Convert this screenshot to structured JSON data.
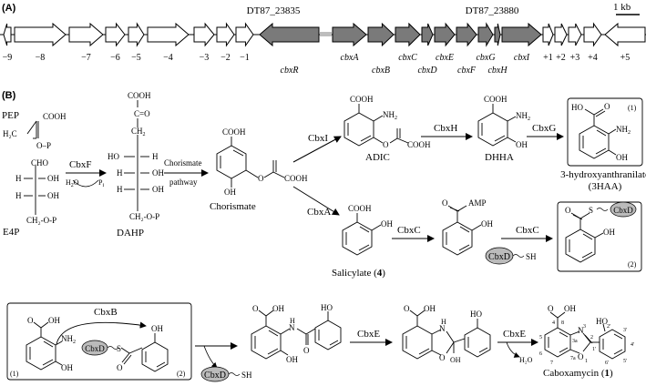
{
  "panel_a": {
    "label": "(A)",
    "scale_bar": "1 kb",
    "gene_ids": [
      "DT87_23835",
      "DT87_23880"
    ],
    "genes": [
      {
        "label": "−9",
        "italic": false,
        "row": 1,
        "shaded": false
      },
      {
        "label": "−8",
        "italic": false,
        "row": 1,
        "shaded": false
      },
      {
        "label": "−7",
        "italic": false,
        "row": 1,
        "shaded": false
      },
      {
        "label": "−6",
        "italic": false,
        "row": 1,
        "shaded": false
      },
      {
        "label": "−5",
        "italic": false,
        "row": 1,
        "shaded": false
      },
      {
        "label": "−4",
        "italic": false,
        "row": 1,
        "shaded": false
      },
      {
        "label": "−3",
        "italic": false,
        "row": 1,
        "shaded": false
      },
      {
        "label": "−2",
        "italic": false,
        "row": 1,
        "shaded": false
      },
      {
        "label": "−1",
        "italic": false,
        "row": 1,
        "shaded": false
      },
      {
        "label": "cbxR",
        "italic": true,
        "row": 2,
        "shaded": true
      },
      {
        "label": "cbxA",
        "italic": true,
        "row": 1,
        "shaded": true
      },
      {
        "label": "cbxB",
        "italic": true,
        "row": 2,
        "shaded": true
      },
      {
        "label": "cbxC",
        "italic": true,
        "row": 1,
        "shaded": true
      },
      {
        "label": "cbxD",
        "italic": true,
        "row": 2,
        "shaded": true
      },
      {
        "label": "cbxE",
        "italic": true,
        "row": 1,
        "shaded": true
      },
      {
        "label": "cbxF",
        "italic": true,
        "row": 2,
        "shaded": true
      },
      {
        "label": "cbxG",
        "italic": true,
        "row": 1,
        "shaded": true
      },
      {
        "label": "cbxH",
        "italic": true,
        "row": 2,
        "shaded": true
      },
      {
        "label": "cbxI",
        "italic": true,
        "row": 1,
        "shaded": true
      },
      {
        "label": "+1",
        "italic": false,
        "row": 1,
        "shaded": false
      },
      {
        "label": "+2",
        "italic": false,
        "row": 1,
        "shaded": false
      },
      {
        "label": "+3",
        "italic": false,
        "row": 1,
        "shaded": false
      },
      {
        "label": "+4",
        "italic": false,
        "row": 1,
        "shaded": false
      },
      {
        "label": "+5",
        "italic": false,
        "row": 1,
        "shaded": false
      }
    ]
  },
  "panel_b": {
    "label": "(B)",
    "compounds": {
      "pep": "PEP",
      "e4p": "E4P",
      "dahp": "DAHP",
      "chorismate": "Chorismate",
      "adic": "ADIC",
      "dhha": "DHHA",
      "haa_name": "3-hydroxyanthranilate",
      "haa_abbr": "(3HAA)",
      "salicylate": "Salicylate (",
      "salicylate_num": "4",
      "salicylate_close": ")",
      "caboxamycin": "Caboxamycin (",
      "caboxamycin_num": "1",
      "caboxamycin_close": ")"
    },
    "enzymes": {
      "cbxf": "CbxF",
      "cbxi": "CbxI",
      "cbxh": "CbxH",
      "cbxg": "CbxG",
      "cbxa": "CbxA",
      "cbxc1": "CbxC",
      "cbxc2": "CbxC",
      "cbxb": "CbxB",
      "cbxe1": "CbxE",
      "cbxe2": "CbxE"
    },
    "carrier": "CbxD",
    "carrier_sh": "SH",
    "pathway_line1": "Chorismate",
    "pathway_line2": "pathway",
    "water_out": "H₂O",
    "water_in": "H",
    "water_in_sub": "2",
    "water_in_o": "O",
    "pi": "P",
    "pi_sub": "i",
    "amp": "AMP",
    "box_tags": [
      "(1)",
      "(2)",
      "(1)",
      "(2)"
    ],
    "atom_labels": {
      "cooh": "COOH",
      "oh": "OH",
      "nh2": "NH",
      "nh2_sub": "2",
      "o_p": "O–P",
      "ch2": "CH",
      "ch2_sub": "2",
      "cho": "CHO",
      "h": "H",
      "ho": "HO",
      "ch2op": "CH₂-O-P",
      "c": "C",
      "o": "O",
      "s": "S",
      "n": "N",
      "h_": "H"
    },
    "numbering": [
      "8",
      "5",
      "6",
      "7",
      "3a",
      "7a",
      "4",
      "3",
      "2",
      "1",
      "1′",
      "2′",
      "3′",
      "4′",
      "5′",
      "6′"
    ]
  }
}
